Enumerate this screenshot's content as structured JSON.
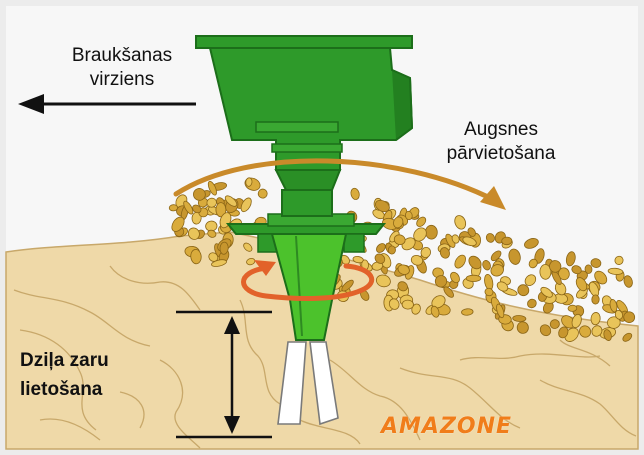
{
  "labels": {
    "direction_line1": "Braukšanas",
    "direction_line2": "virziens",
    "soil_line1": "Augsnes",
    "soil_line2": "pārvietošana",
    "depth_line1": "Dziļa zaru",
    "depth_line2": "lietošana"
  },
  "brand": "AMAZONE",
  "colors": {
    "hopper_green": "#2e9a2a",
    "hopper_dark": "#1c6e1a",
    "tine_green": "#4cc22c",
    "soil_beige": "#efd9a8",
    "soil_crack": "#c8a86a",
    "clod_fill": "#e0b544",
    "clod_edge": "#8a6516",
    "flow_arrow": "#c98a2a",
    "rotation_arrow": "#e2622a",
    "brand_orange": "#f07d1a"
  }
}
